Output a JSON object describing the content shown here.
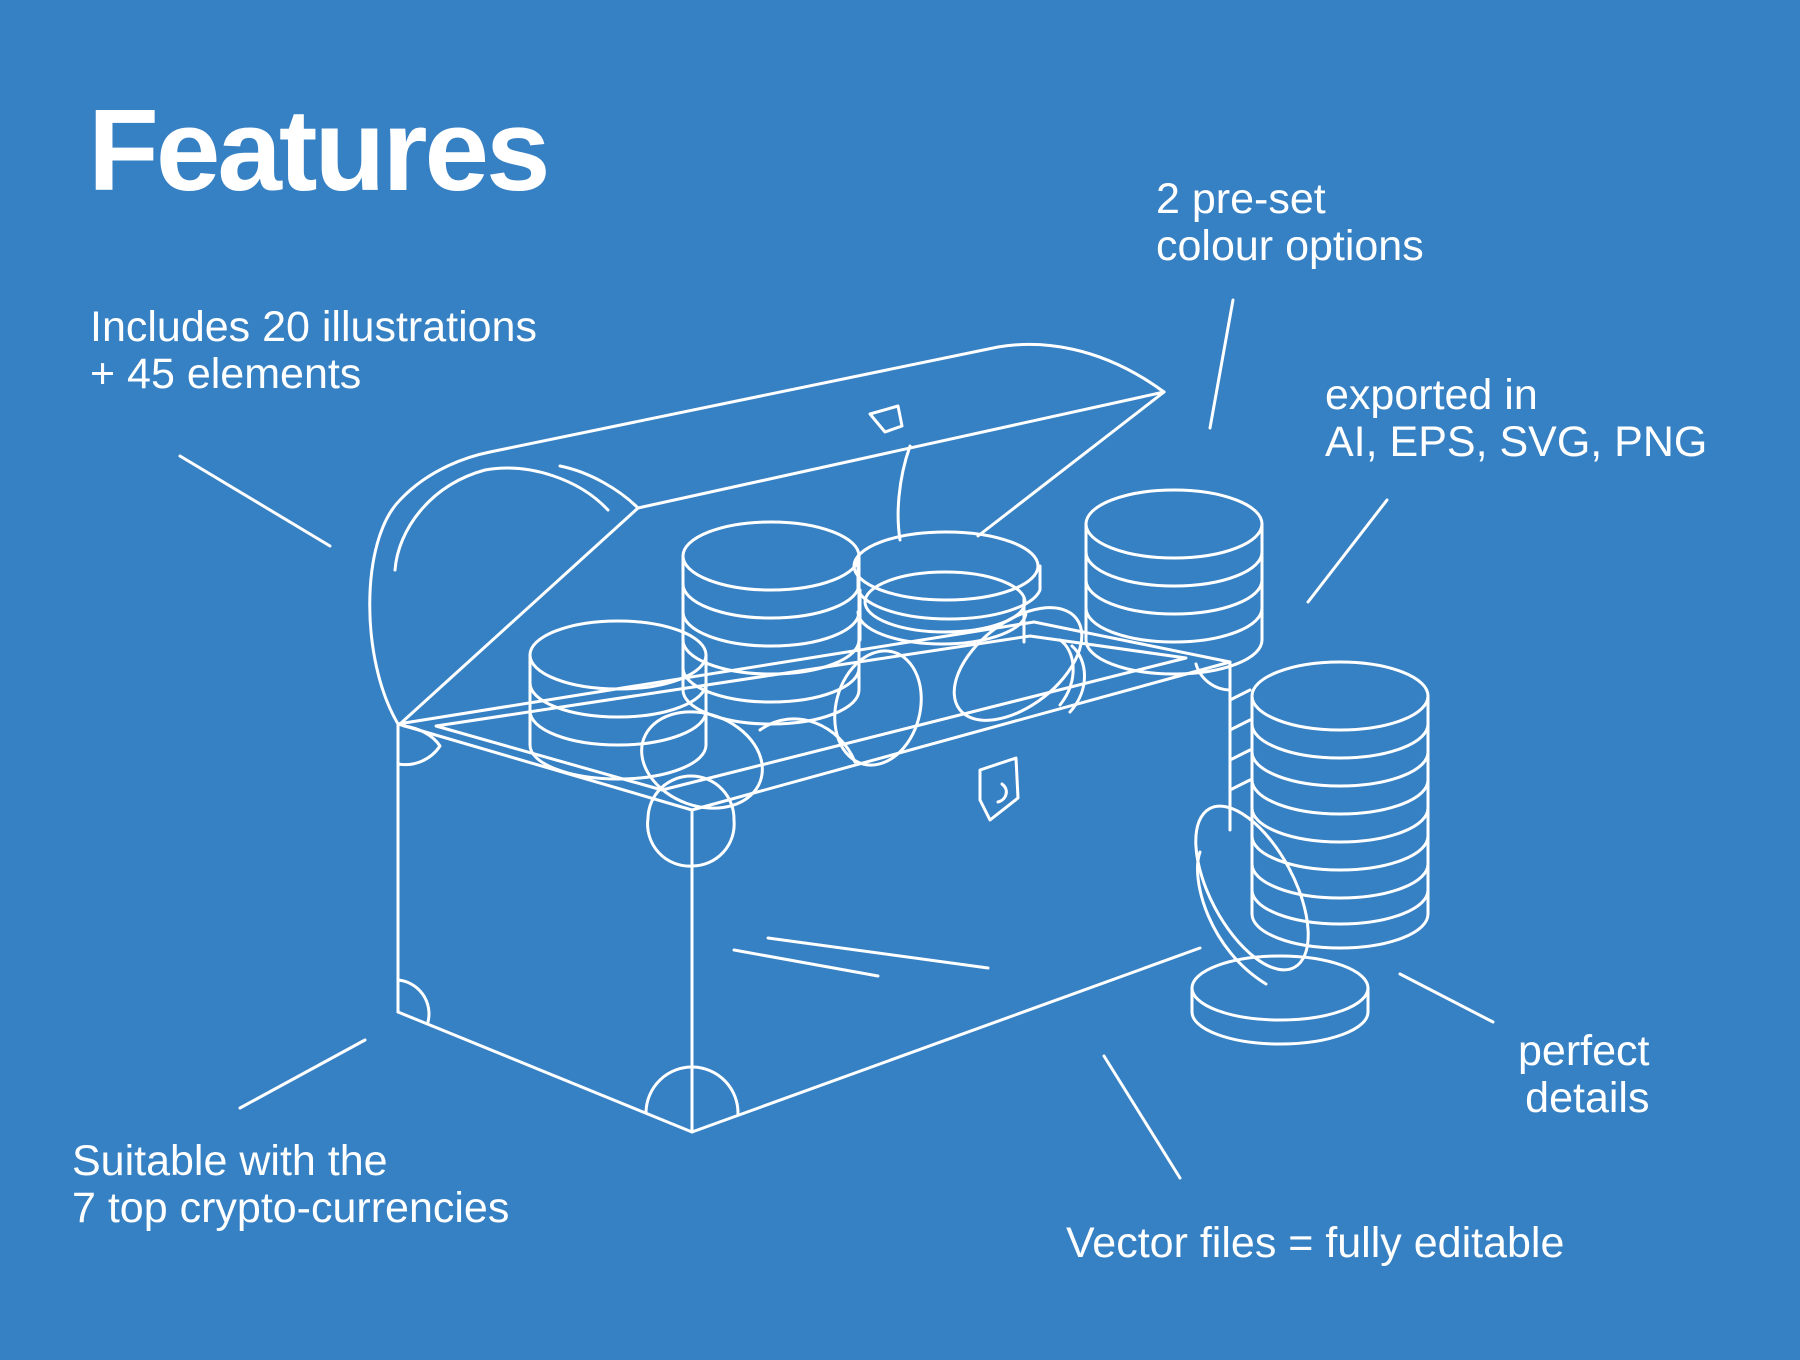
{
  "title": "Features",
  "features": {
    "illustrations": {
      "line1": "Includes 20 illustrations",
      "line2": "+ 45 elements"
    },
    "colours": {
      "line1": "2 pre-set",
      "line2": "colour options"
    },
    "formats": {
      "line1": "exported in",
      "line2": "AI, EPS, SVG, PNG"
    },
    "details": {
      "line1": "perfect",
      "line2": "details"
    },
    "crypto": {
      "line1": "Suitable with the",
      "line2": "7 top crypto-currencies"
    },
    "vector": {
      "line1": "Vector files = fully editable"
    }
  },
  "colors": {
    "background": "#3680c4",
    "foreground": "#ffffff"
  },
  "illustration": "treasure-chest-with-coin-stacks"
}
